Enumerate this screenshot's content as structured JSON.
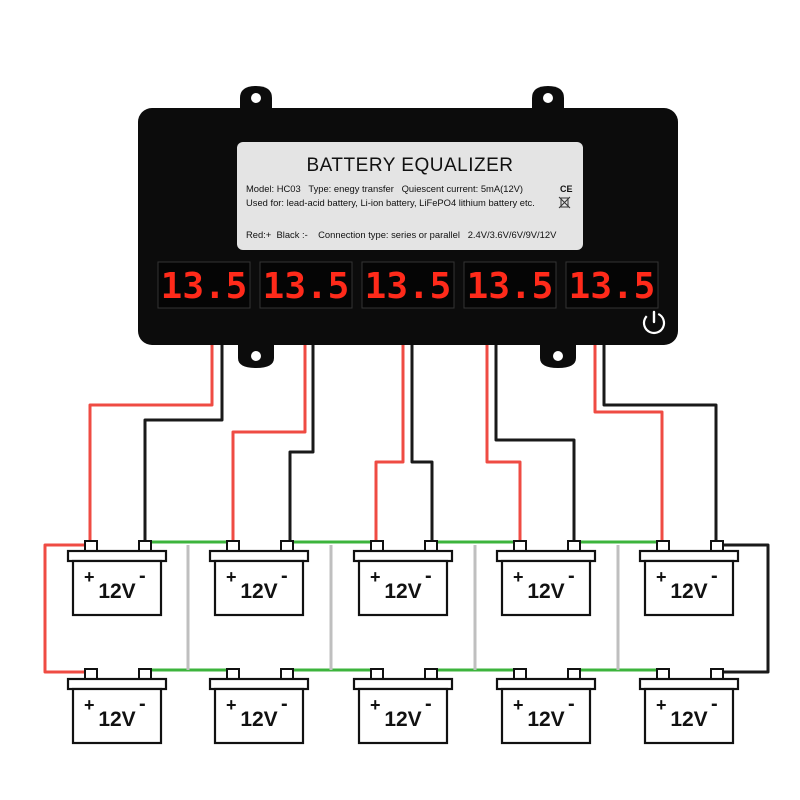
{
  "equalizer": {
    "title": "BATTERY EQUALIZER",
    "line_model": "Model: HC03   Type: enegy transfer   Quiescent current: 5mA(12V)",
    "ce_mark": "CE",
    "line_usage": "Used for: lead-acid battery, Li-ion battery, LiFePO4 lithium battery etc.",
    "line_wiring": "Red:+  Black :-    Connection type: series or parallel   2.4V/3.6V/6V/9V/12V",
    "displays": [
      "13.5",
      "13.5",
      "13.5",
      "13.5",
      "13.5"
    ],
    "power_icon": "power-icon"
  },
  "batteries": {
    "voltage_label": "12V",
    "plus_sign": "+",
    "minus_sign": "-",
    "rows": 2,
    "columns": 5
  },
  "colors": {
    "body": "#0c0c0c",
    "label_bg": "#e4e4e4",
    "display_red": "#ff2a1a",
    "wire_red": "#ef4b43",
    "wire_black": "#1a1a1a",
    "wire_green": "#3cb43c",
    "wire_gray": "#bfbfbf"
  }
}
